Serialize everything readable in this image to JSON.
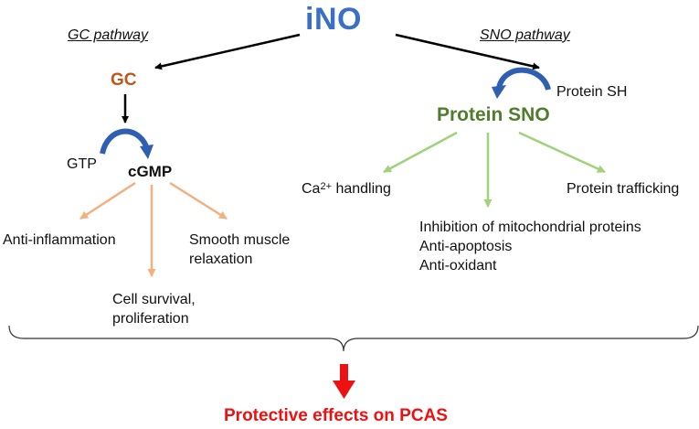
{
  "title": "iNO",
  "gc_pathway": {
    "label": "GC pathway",
    "node": "GC",
    "substrate": "GTP",
    "product": "cGMP",
    "effects": [
      "Anti-inflammation",
      "Cell survival,",
      "proliferation",
      "Smooth muscle",
      "relaxation"
    ]
  },
  "sno_pathway": {
    "label": "SNO pathway",
    "substrate": "Protein SH",
    "node": "Protein SNO",
    "ca_prefix": "Ca",
    "ca_sup": "2+",
    "ca_suffix": " handling",
    "trafficking": "Protein trafficking",
    "mito_effects": [
      "Inhibition of mitochondrial proteins",
      "Anti-apoptosis",
      "Anti-oxidant"
    ]
  },
  "outcome": "Protective effects on PCAS",
  "colors": {
    "ino": "#3a6fc4",
    "gc": "#c0561a",
    "sno": "#4e7d2b",
    "gc_effect_arrows": "#f2b07f",
    "sno_effect_arrows": "#9fd27a",
    "curved_arrow": "#2f5fb0",
    "outcome": "#ee1111"
  }
}
